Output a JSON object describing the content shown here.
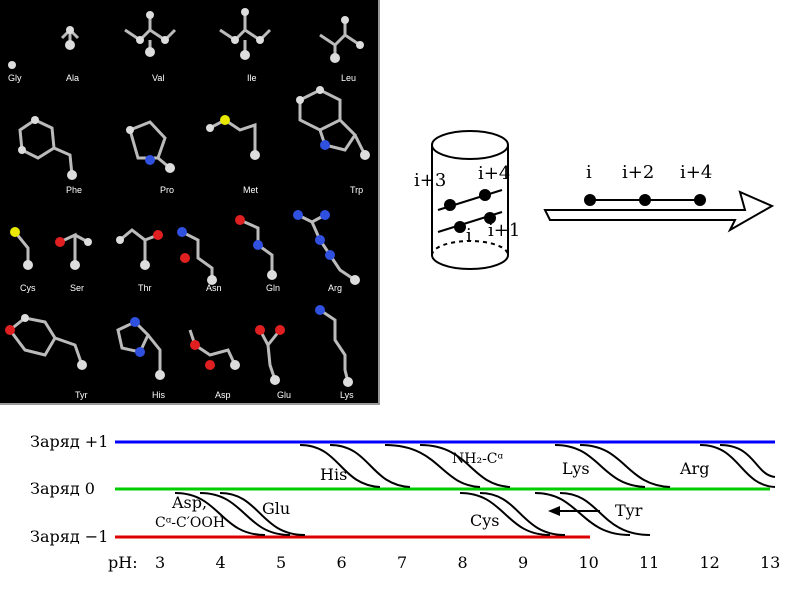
{
  "amino_acids": [
    {
      "name": "Gly"
    },
    {
      "name": "Ala"
    },
    {
      "name": "Val"
    },
    {
      "name": "Ile"
    },
    {
      "name": "Leu"
    },
    {
      "name": "Phe"
    },
    {
      "name": "Pro"
    },
    {
      "name": "Met"
    },
    {
      "name": "Trp"
    },
    {
      "name": "Cys"
    },
    {
      "name": "Ser"
    },
    {
      "name": "Thr"
    },
    {
      "name": "Asn"
    },
    {
      "name": "Gln"
    },
    {
      "name": "Arg"
    },
    {
      "name": "Tyr"
    },
    {
      "name": "His"
    },
    {
      "name": "Asp"
    },
    {
      "name": "Glu"
    },
    {
      "name": "Lys"
    }
  ],
  "helix": {
    "labels": [
      "i+3",
      "i+4",
      "i",
      "i+1"
    ]
  },
  "strand": {
    "labels": [
      "i",
      "i+2",
      "i+4"
    ]
  },
  "charge_chart": {
    "charge_labels": [
      "Заряд +1",
      "Заряд  0",
      "Заряд −1"
    ],
    "line_colors": {
      "plus1": "#0000ff",
      "zero": "#00cc00",
      "minus1": "#dd0000"
    },
    "ph_label": "pH:",
    "ph_ticks": [
      "3",
      "4",
      "5",
      "6",
      "7",
      "8",
      "9",
      "10",
      "11",
      "12",
      "13"
    ],
    "group_labels": {
      "his": "His",
      "nh2": "NH₂-Cᵅ",
      "lys": "Lys",
      "arg": "Arg",
      "asp": "Asp,",
      "cooh": "Cᵅ-C′OOH",
      "glu": "Glu",
      "cys": "Cys",
      "tyr": "Tyr"
    }
  }
}
